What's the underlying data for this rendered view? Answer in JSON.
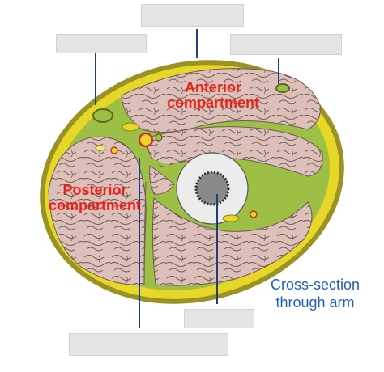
{
  "labels": {
    "anterior_line1": "Anterior",
    "anterior_line2": "compartment",
    "posterior_line1": "Posterior",
    "posterior_line2": "compartment",
    "caption_line1": "Cross-section",
    "caption_line2": "through arm"
  },
  "colors": {
    "skin_outer": "#9a9224",
    "fascia_yellow": "#e6d728",
    "septum_green": "#9dbf45",
    "muscle": "#dcc0b9",
    "muscle_lines": "#6f5a55",
    "bone": "#ececec",
    "marrow": "#3a3a3a",
    "leader_line": "#1f3f7a",
    "red_text": "#e8231b",
    "blue_text": "#1f5fb5",
    "blank_box": "#e4e4e4"
  }
}
